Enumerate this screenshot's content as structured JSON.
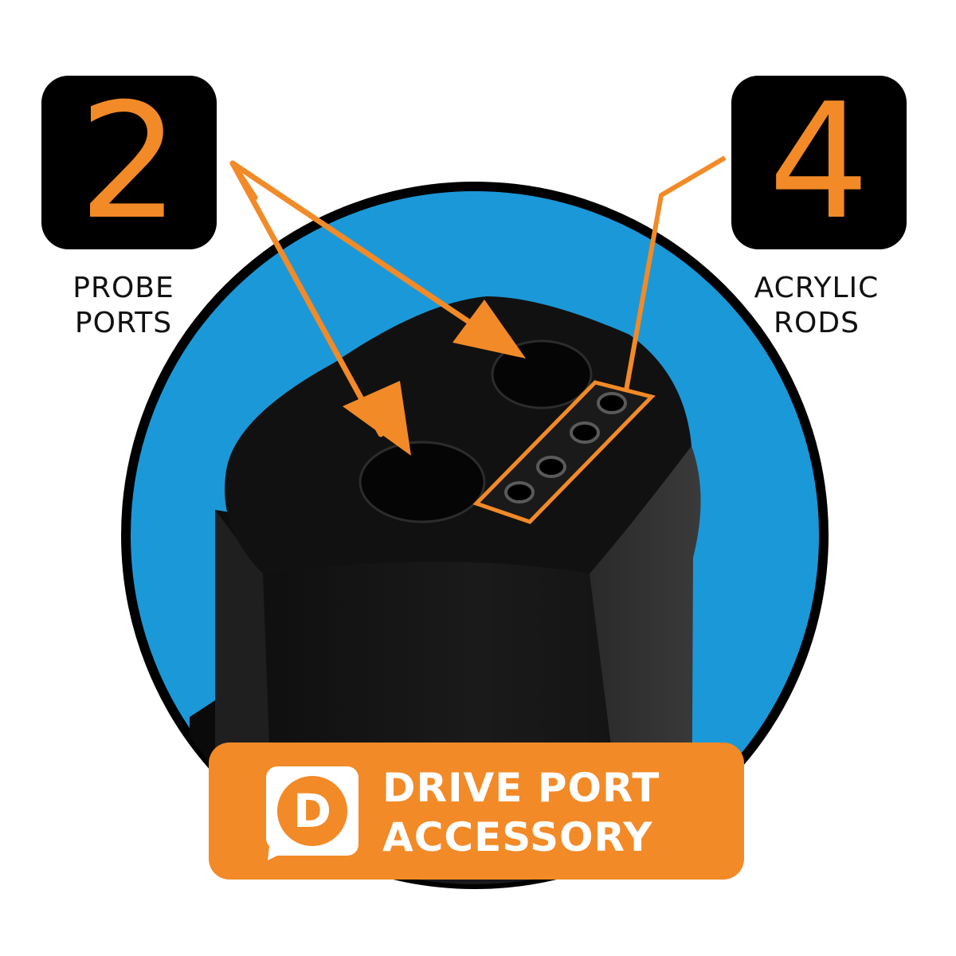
{
  "left_callout": {
    "number": "2",
    "label_line1": "PROBE",
    "label_line2": "PORTS"
  },
  "right_callout": {
    "number": "4",
    "label_line1": "ACRYLIC",
    "label_line2": "RODS"
  },
  "banner": {
    "badge_letter": "D",
    "line1": "DRIVE PORT",
    "line2": "ACCESSORY"
  },
  "colors": {
    "accent": "#f28a27",
    "circle": "#1b98d8",
    "box": "#000000",
    "product": "#161616"
  }
}
